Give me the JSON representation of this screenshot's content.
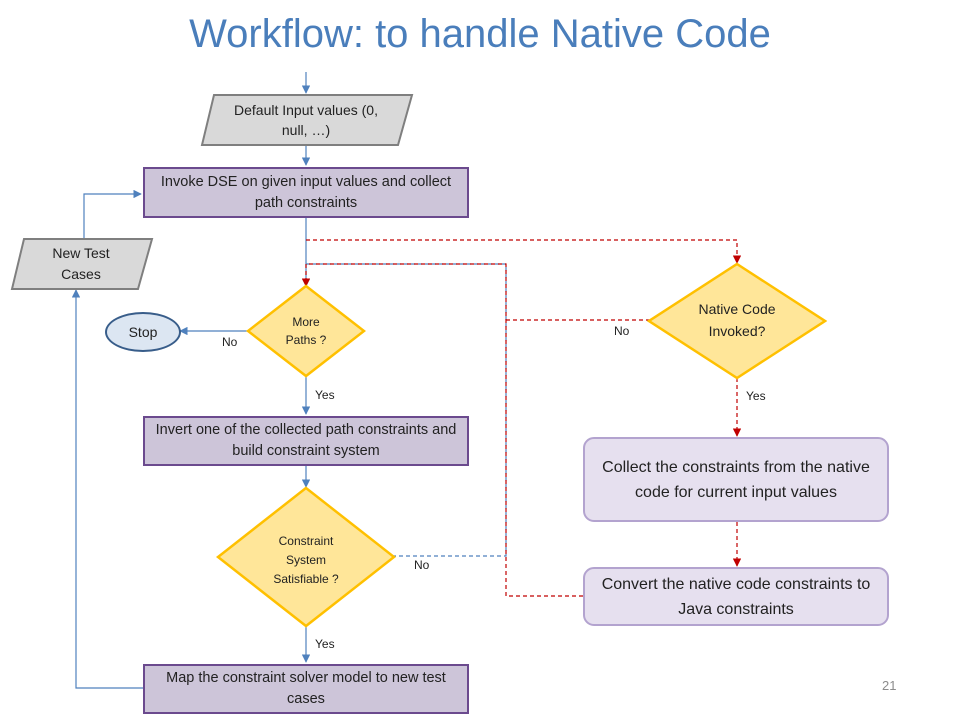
{
  "title": "Workflow: to handle Native Code",
  "page_number": "21",
  "nodes": {
    "default_input": "Default Input values (0, null, …)",
    "invoke_dse": "Invoke DSE on given input values and collect path constraints",
    "new_test_cases": "New Test Cases",
    "more_paths": "More Paths ?",
    "stop": "Stop",
    "invert_constraints": "Invert one of the collected path constraints and build constraint system",
    "constraint_satisfiable": "Constraint System Satisfiable ?",
    "map_model": "Map the constraint solver model to new test cases",
    "native_invoked": "Native Code Invoked?",
    "collect_native": "Collect the constraints from the native code for current input values",
    "convert_native": "Convert the native code constraints to Java constraints"
  },
  "edge_labels": {
    "more_paths_no": "No",
    "more_paths_yes": "Yes",
    "satisfiable_no": "No",
    "satisfiable_yes": "Yes",
    "native_no": "No",
    "native_yes": "Yes"
  },
  "colors": {
    "title": "#4a7ebb",
    "process_fill": "#cdc5d9",
    "process_border": "#6b4a8e",
    "decision_fill": "#ffe699",
    "decision_border": "#ffc000",
    "data_fill": "#d9d9d9",
    "data_border": "#7f7f7f",
    "connector": "#4f81bd",
    "native_flow": "#c00000"
  }
}
